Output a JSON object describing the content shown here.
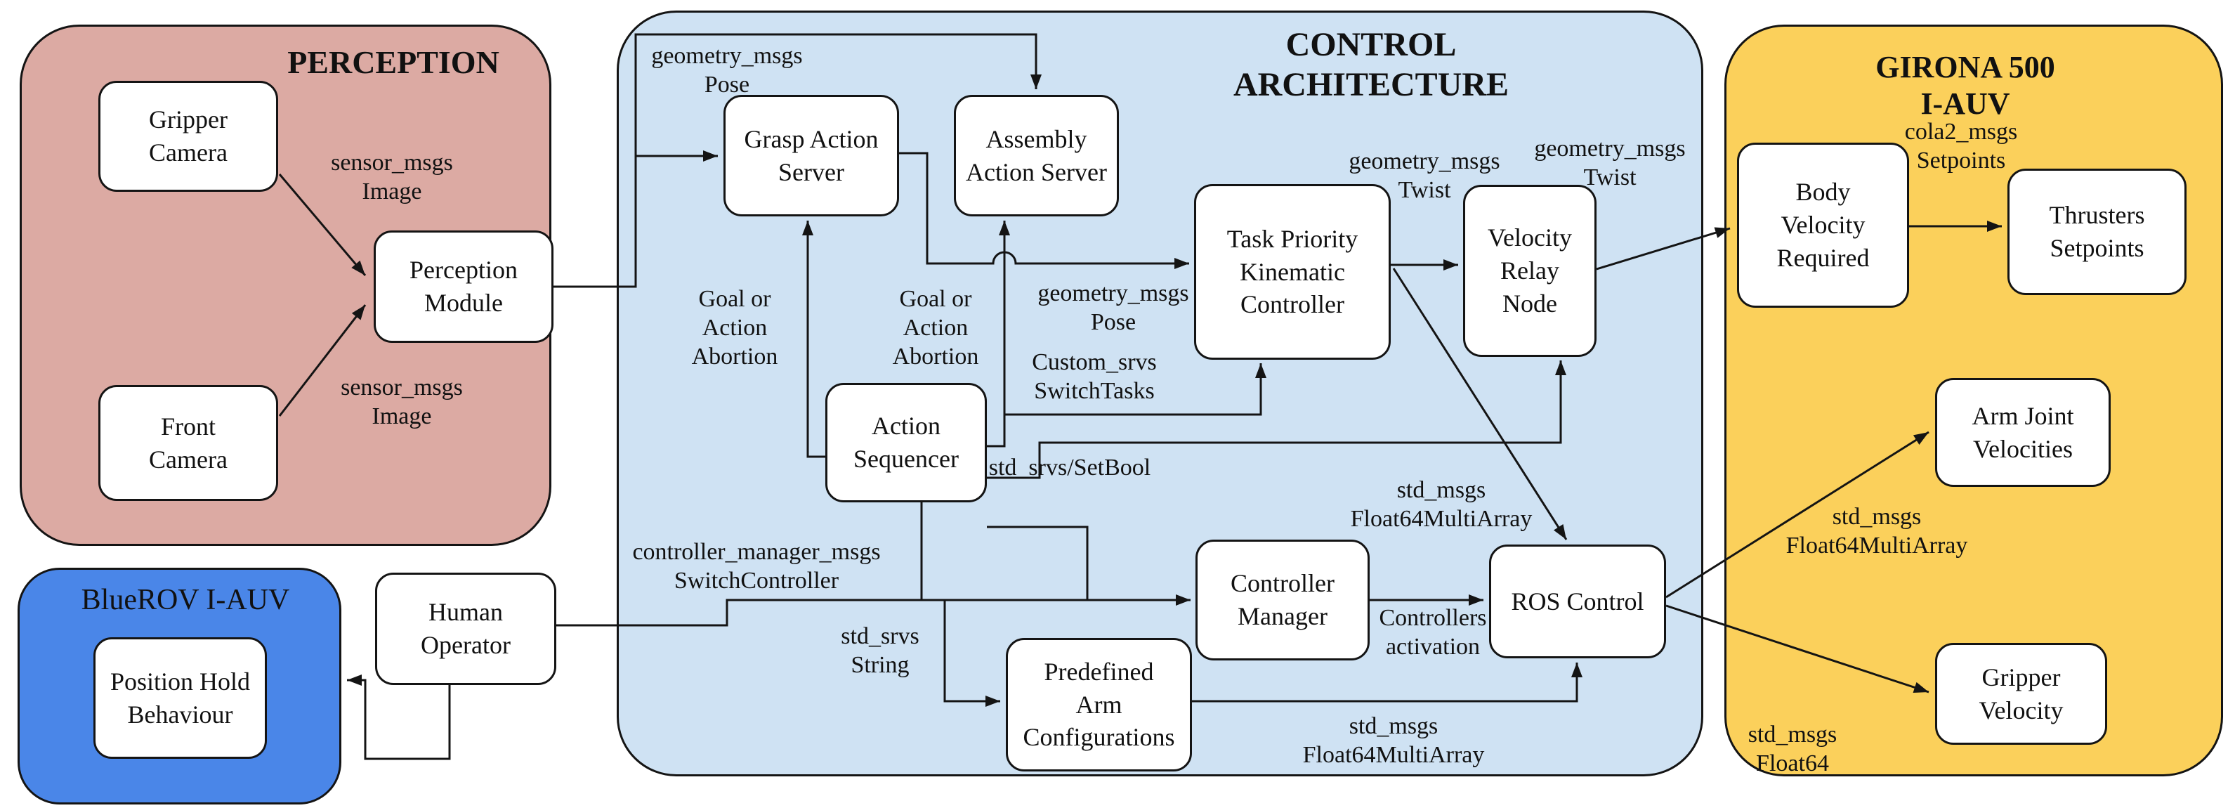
{
  "regions": {
    "perception": {
      "title": "PERCEPTION",
      "color": "#dcaaa3"
    },
    "control": {
      "title": "CONTROL\nARCHITECTURE",
      "color": "#cfe2f3"
    },
    "girona": {
      "title": "GIRONA 500\nI-AUV",
      "color": "#fbd05b"
    },
    "bluerov": {
      "title": "BlueROV I-AUV",
      "color": "#4a86e8"
    }
  },
  "nodes": {
    "gripper_camera": {
      "label": "Gripper\nCamera"
    },
    "front_camera": {
      "label": "Front\nCamera"
    },
    "perception_module": {
      "label": "Perception\nModule"
    },
    "grasp_action_server": {
      "label": "Grasp Action\nServer"
    },
    "assembly_action_server": {
      "label": "Assembly\nAction Server"
    },
    "action_sequencer": {
      "label": "Action\nSequencer"
    },
    "task_priority_kinematic_controller": {
      "label": "Task Priority\nKinematic\nController"
    },
    "velocity_relay_node": {
      "label": "Velocity\nRelay\nNode"
    },
    "controller_manager": {
      "label": "Controller\nManager"
    },
    "ros_control": {
      "label": "ROS Control"
    },
    "predefined_arm_configurations": {
      "label": "Predefined\nArm\nConfigurations"
    },
    "human_operator": {
      "label": "Human\nOperator"
    },
    "position_hold_behaviour": {
      "label": "Position Hold\nBehaviour"
    },
    "body_velocity_required": {
      "label": "Body\nVelocity\nRequired"
    },
    "thrusters_setpoints": {
      "label": "Thrusters\nSetpoints"
    },
    "arm_joint_velocities": {
      "label": "Arm Joint\nVelocities"
    },
    "gripper_velocity": {
      "label": "Gripper\nVelocity"
    }
  },
  "edges": [
    {
      "from": "gripper-camera",
      "to": "perception-module",
      "label": "sensor_msgs\nImage"
    },
    {
      "from": "front-camera",
      "to": "perception-module",
      "label": "sensor_msgs\nImage"
    },
    {
      "from": "perception-module",
      "to": "grasp-action-server",
      "label": "geometry_msgs\nPose"
    },
    {
      "from": "perception-module",
      "to": "assembly-action-server",
      "label": ""
    },
    {
      "from": "action-sequencer",
      "to": "grasp-action-server",
      "label": "Goal or\nAction\nAbortion"
    },
    {
      "from": "action-sequencer",
      "to": "assembly-action-server",
      "label": "Goal or\nAction\nAbortion"
    },
    {
      "from": "grasp-action-server",
      "to": "task-priority-kinematic-controller",
      "label": "geometry_msgs\nPose"
    },
    {
      "from": "action-sequencer",
      "to": "task-priority-kinematic-controller",
      "label": "Custom_srvs\nSwitchTasks"
    },
    {
      "from": "task-priority-kinematic-controller",
      "to": "velocity-relay-node",
      "label": "geometry_msgs\nTwist"
    },
    {
      "from": "velocity-relay-node",
      "to": "body-velocity-required",
      "label": "geometry_msgs\nTwist"
    },
    {
      "from": "task-priority-kinematic-controller",
      "to": "ros-control",
      "label": "std_msgs\nFloat64MultiArray"
    },
    {
      "from": "action-sequencer",
      "to": "velocity-relay-node",
      "label": "std_srvs/SetBool"
    },
    {
      "from": "human-operator",
      "to": "controller-manager",
      "label": "controller_manager_msgs\nSwitchController"
    },
    {
      "from": "human-operator",
      "to": "predefined-arm-configurations",
      "label": "std_srvs\nString"
    },
    {
      "from": "controller-manager",
      "to": "ros-control",
      "label": "Controllers\nactivation"
    },
    {
      "from": "predefined-arm-configurations",
      "to": "ros-control",
      "label": "std_msgs\nFloat64MultiArray"
    },
    {
      "from": "ros-control",
      "to": "arm-joint-velocities",
      "label": "std_msgs\nFloat64MultiArray"
    },
    {
      "from": "ros-control",
      "to": "gripper-velocity",
      "label": "std_msgs\nFloat64"
    },
    {
      "from": "body-velocity-required",
      "to": "thrusters-setpoints",
      "label": "cola2_msgs\nSetpoints"
    },
    {
      "from": "human-operator",
      "to": "bluerov-region",
      "label": ""
    }
  ],
  "colors": {
    "perception_region": "#dcaaa3",
    "control_region": "#cfe2f3",
    "girona_region": "#fbd05b",
    "bluerov_region": "#4a86e8",
    "node_fill": "#ffffff",
    "line": "#141414"
  }
}
